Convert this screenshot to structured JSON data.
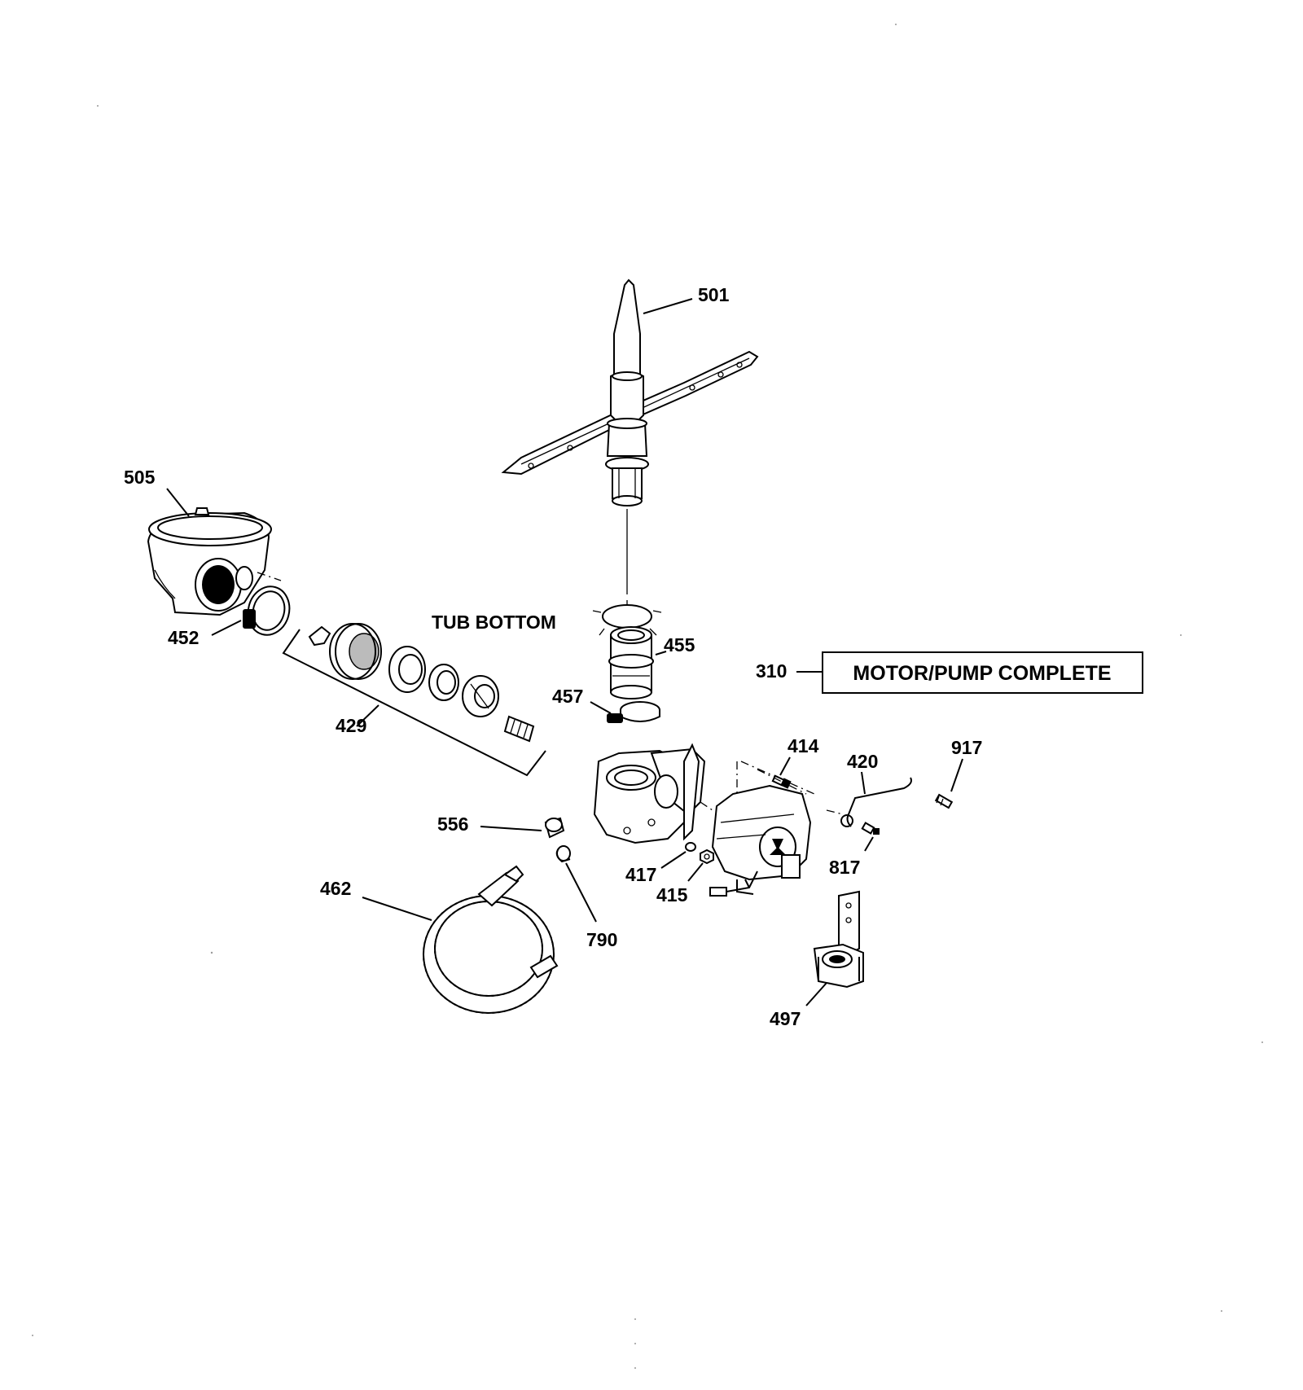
{
  "parts": {
    "p501": "501",
    "p505": "505",
    "p452": "452",
    "p429": "429",
    "p455": "455",
    "p457": "457",
    "p310": "310",
    "p414": "414",
    "p420": "420",
    "p917": "917",
    "p817": "817",
    "p556": "556",
    "p417": "417",
    "p415": "415",
    "p462": "462",
    "p790": "790",
    "p497": "497"
  },
  "labels": {
    "tub_bottom": "TUB BOTTOM",
    "motor_pump_complete": "MOTOR/PUMP COMPLETE"
  }
}
